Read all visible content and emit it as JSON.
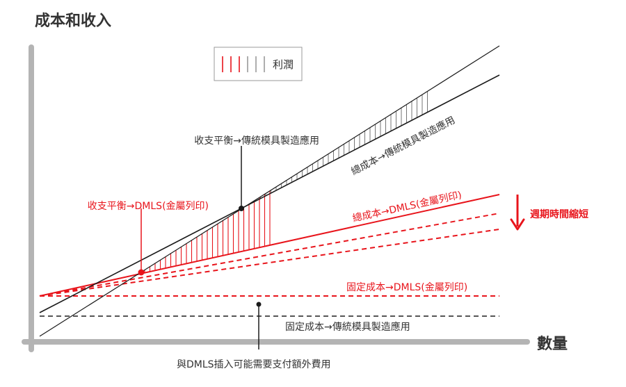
{
  "labels": {
    "y_axis_title": "成本和收入",
    "x_axis_title": "數量",
    "legend_profit": "利潤",
    "breakeven_traditional": "收支平衡→傳統模具製造應用",
    "total_cost_traditional": "總成本→傳統模具製造應用",
    "breakeven_dmls": "收支平衡→DMLS(金屬列印)",
    "total_cost_dmls": "總成本→DMLS(金屬列印)",
    "cycle_time_shorter": "週期時間縮短",
    "fixed_cost_dmls": "固定成本→DMLS(金屬列印)",
    "fixed_cost_traditional": "固定成本→傳統模具製造應用",
    "dmls_insert_extra_cost": "與DMLS插入可能需要支付額外費用"
  },
  "colors": {
    "red": "#e8141b",
    "black": "#1a1a1a",
    "gray_axis": "#b4b4b4",
    "gray_text": "#333333",
    "dash_gray": "#555555",
    "hatch_gray": "#666666"
  }
}
